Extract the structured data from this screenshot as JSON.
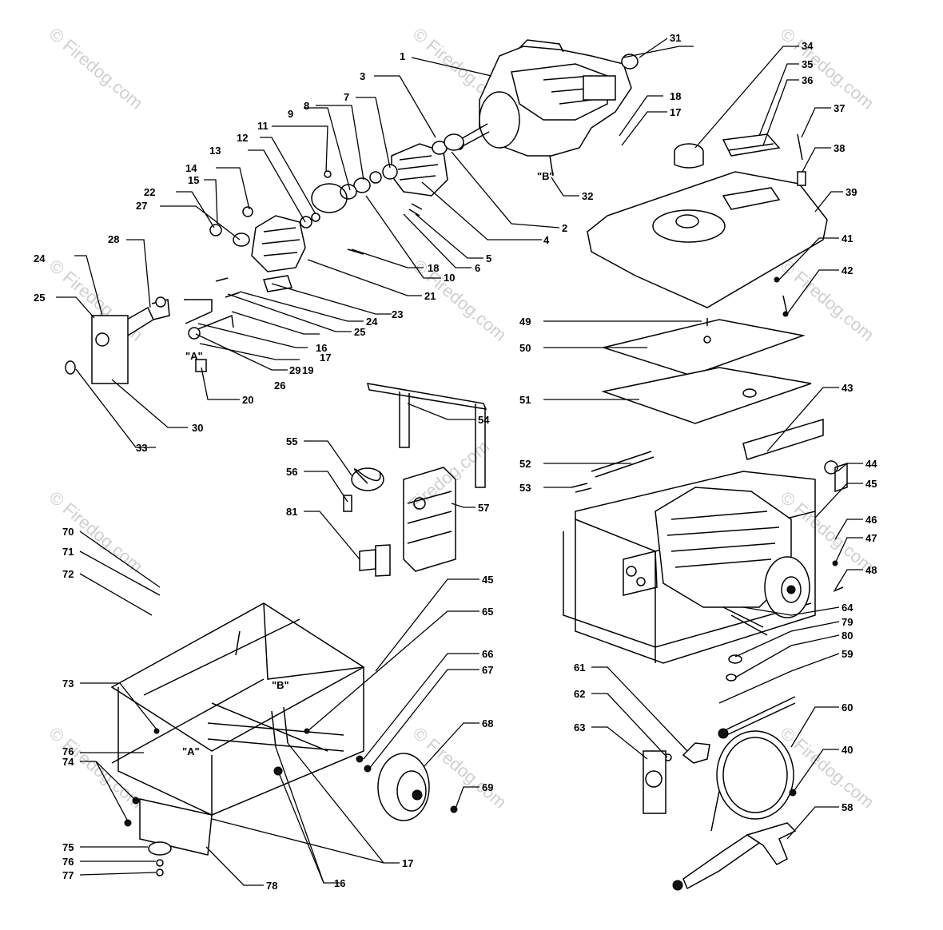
{
  "watermark": "© Firedog.com",
  "site_label": "Firedog.com",
  "callouts": {
    "c1": "1",
    "c2": "2",
    "c3": "3",
    "c4": "4",
    "c5": "5",
    "c6": "6",
    "c7": "7",
    "c8": "8",
    "c9": "9",
    "c10": "10",
    "c11": "11",
    "c12": "12",
    "c13": "13",
    "c14": "14",
    "c15": "15",
    "c16": "16",
    "c17": "17",
    "c18": "18",
    "c19": "19",
    "c20": "20",
    "c21": "21",
    "c22": "22",
    "c23": "23",
    "c24": "24",
    "c25": "25",
    "c26": "26",
    "c27": "27",
    "c28": "28",
    "c29": "29",
    "c30": "30",
    "c31": "31",
    "c32": "32",
    "c33": "33",
    "c34": "34",
    "c35": "35",
    "c36": "36",
    "c37": "37",
    "c38": "38",
    "c39": "39",
    "c40": "40",
    "c41": "41",
    "c42": "42",
    "c43": "43",
    "c44": "44",
    "c45": "45",
    "c46": "46",
    "c47": "47",
    "c48": "48",
    "c49": "49",
    "c50": "50",
    "c51": "51",
    "c52": "52",
    "c53": "53",
    "c54": "54",
    "c55": "55",
    "c56": "56",
    "c57": "57",
    "c58": "58",
    "c59": "59",
    "c60": "60",
    "c61": "61",
    "c62": "62",
    "c63": "63",
    "c64": "64",
    "c65": "65",
    "c66": "66",
    "c67": "67",
    "c68": "68",
    "c69": "69",
    "c70": "70",
    "c71": "71",
    "c72": "72",
    "c73": "73",
    "c74": "74",
    "c75": "75",
    "c76": "76",
    "c77": "77",
    "c78": "78",
    "c79": "79",
    "c80": "80",
    "c81": "81"
  },
  "section_markers": {
    "a": "\"A\"",
    "b": "\"B\""
  }
}
